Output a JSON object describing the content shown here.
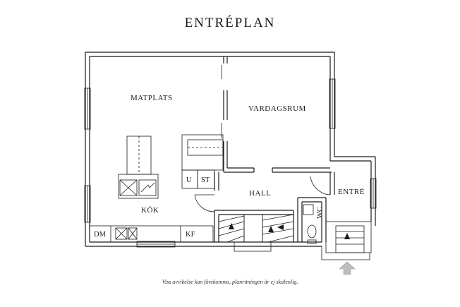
{
  "title": "ENTRÉPLAN",
  "disclaimer": "Viss avvikelse kan förekomma, planritningen är ej skalenlig.",
  "rooms": {
    "matplats": "MATPLATS",
    "vardagsrum": "VARDAGSRUM",
    "hall": "HALL",
    "entre": "ENTRÉ",
    "kok": "KÖK"
  },
  "fixtures": {
    "u": "U",
    "st": "ST",
    "dm": "DM",
    "kf": "KF",
    "wc": "WC"
  },
  "colors": {
    "line": "#1a1a1a",
    "arrow": "#bdbdbd"
  }
}
